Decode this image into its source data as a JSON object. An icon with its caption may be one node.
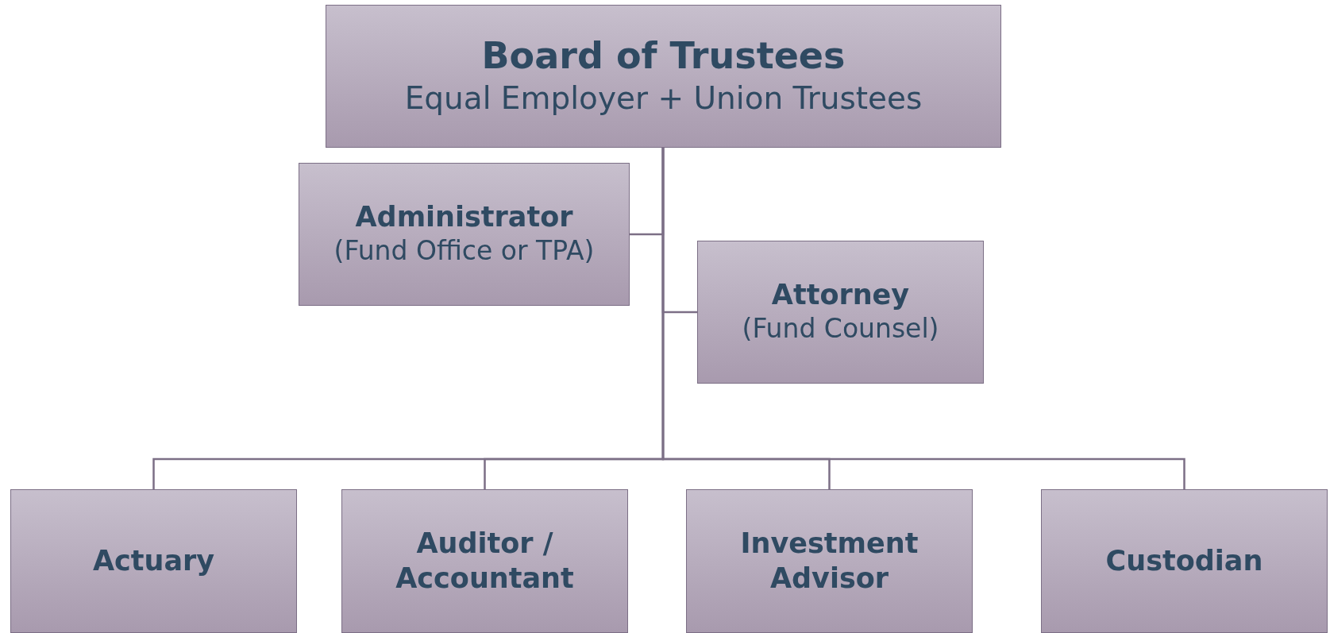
{
  "diagram": {
    "nodes": [
      {
        "text": [
          "Board of Trustees",
          "Equal Employer + Union Trustees"
        ]
      },
      {
        "text": [
          "Administrator",
          "(Fund Office or TPA)"
        ]
      },
      {
        "text": [
          "Attorney",
          "(Fund Counsel)"
        ]
      },
      {
        "text": [
          "Actuary"
        ]
      },
      {
        "text": [
          "Auditor / Accountant"
        ]
      },
      {
        "text": [
          "Investment Advisor"
        ]
      },
      {
        "text": [
          "Custodian"
        ]
      }
    ],
    "edges": [
      {
        "from": 0,
        "to": 1,
        "arrow": "none"
      },
      {
        "from": 0,
        "to": 2,
        "arrow": "none"
      },
      {
        "from": 0,
        "to": 3,
        "arrow": "none"
      },
      {
        "from": 0,
        "to": 4,
        "arrow": "none"
      },
      {
        "from": 0,
        "to": 5,
        "arrow": "none"
      },
      {
        "from": 0,
        "to": 6,
        "arrow": "none"
      }
    ]
  }
}
